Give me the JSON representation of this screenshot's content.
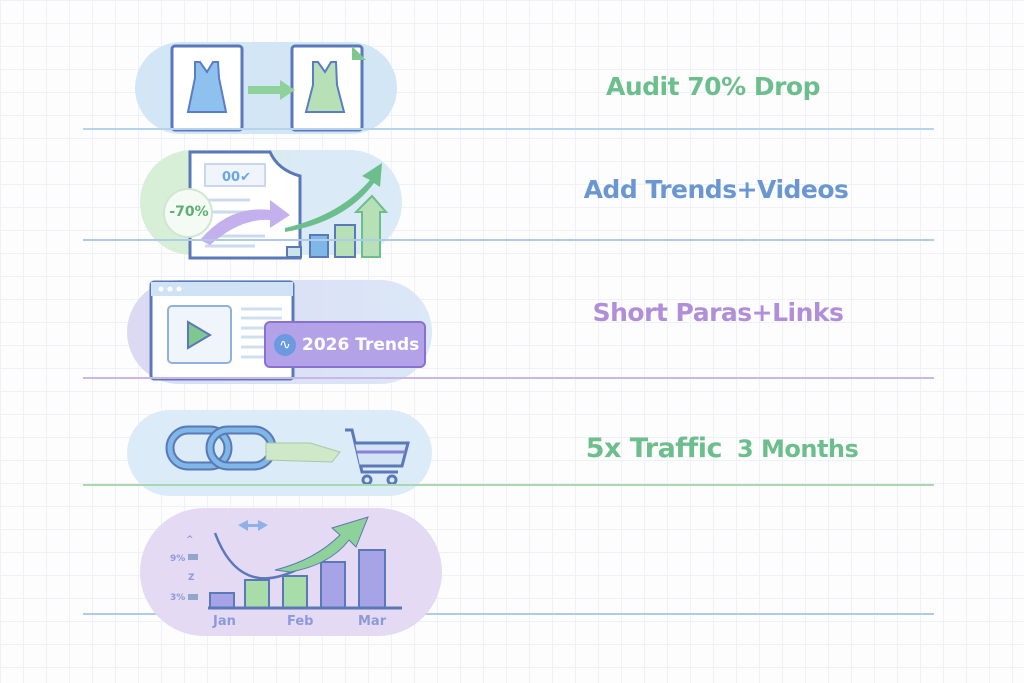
{
  "steps": [
    {
      "label": "Audit 70% Drop",
      "color": "#6cbf8c"
    },
    {
      "label": "Add Trends+Videos",
      "color": "#6b97d0",
      "badge": "-70%"
    },
    {
      "label": "Short Paras+Links",
      "color": "#b08fd8",
      "badge": "2026 Trends"
    },
    {
      "label": "5x Traffic",
      "label_suffix": "3 Months",
      "color": "#6cbf8c"
    },
    {
      "months": [
        "Jan",
        "Feb",
        "Mar"
      ]
    }
  ]
}
